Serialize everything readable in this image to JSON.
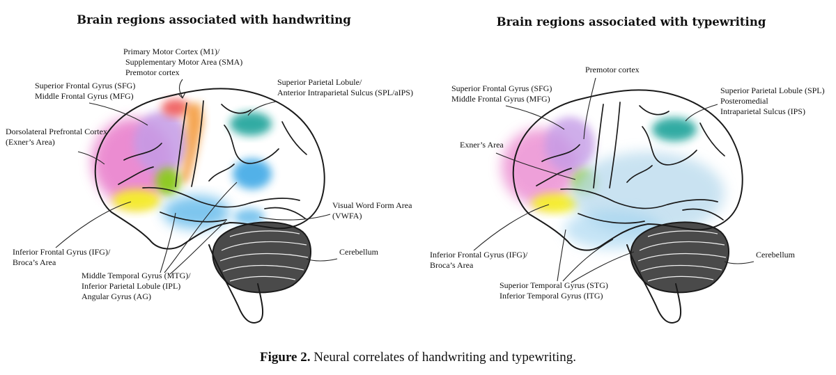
{
  "panels": {
    "handwriting": {
      "title": "Brain regions associated with handwriting",
      "labels": {
        "m1_line1": "Primary Motor Cortex (M1)/",
        "m1_line2": "Supplementary Motor Area (SMA)",
        "m1_line3": "Premotor cortex",
        "sfg_line1": "Superior Frontal Gyrus (SFG)",
        "sfg_line2": "Middle Frontal Gyrus (MFG)",
        "spl_line1": "Superior Parietal Lobule/",
        "spl_line2": "Anterior Intraparietal Sulcus (SPL/aIPS)",
        "dlpfc_line1": "Dorsolateral Prefrontal Cortex",
        "dlpfc_line2": "(Exner’s Area)",
        "vwfa_line1": "Visual Word Form Area",
        "vwfa_line2": "(VWFA)",
        "ifg_line1": "Inferior Frontal Gyrus (IFG)/",
        "ifg_line2": "Broca’s Area",
        "cerebellum": "Cerebellum",
        "mtg_line1": "Middle Temporal Gyrus (MTG)/",
        "mtg_line2": "Inferior Parietal Lobule (IPL)",
        "mtg_line3": "Angular Gyrus (AG)"
      }
    },
    "typewriting": {
      "title": "Brain regions associated with typewriting",
      "labels": {
        "premotor": "Premotor cortex",
        "sfg_line1": "Superior Frontal Gyrus (SFG)",
        "sfg_line2": "Middle Frontal Gyrus (MFG)",
        "spl_line1": "Superior Parietal Lobule (SPL)",
        "spl_line2": "Posteromedial",
        "spl_line3": "Intraparietal Sulcus (IPS)",
        "exner": "Exner’s Area",
        "ifg_line1": "Inferior Frontal Gyrus (IFG)/",
        "ifg_line2": "Broca’s Area",
        "cerebellum": "Cerebellum",
        "stg_line1": "Superior Temporal Gyrus (STG)",
        "stg_line2": "Inferior Temporal Gyrus (ITG)"
      }
    }
  },
  "caption": {
    "label": "Figure 2.",
    "text": " Neural correlates of handwriting and typewriting."
  },
  "region_colors": {
    "pink": "#e879c9",
    "violet": "#c49be6",
    "orange": "#f4a14a",
    "red": "#ef5a5a",
    "green": "#8acb1c",
    "yellow": "#f5ee2a",
    "blue": "#5fb8ea",
    "light_blue": "#9fd2ef",
    "pale_blue": "#bcdcee",
    "teal": "#1aa39a",
    "cerebellum": "#4a4a4a"
  }
}
